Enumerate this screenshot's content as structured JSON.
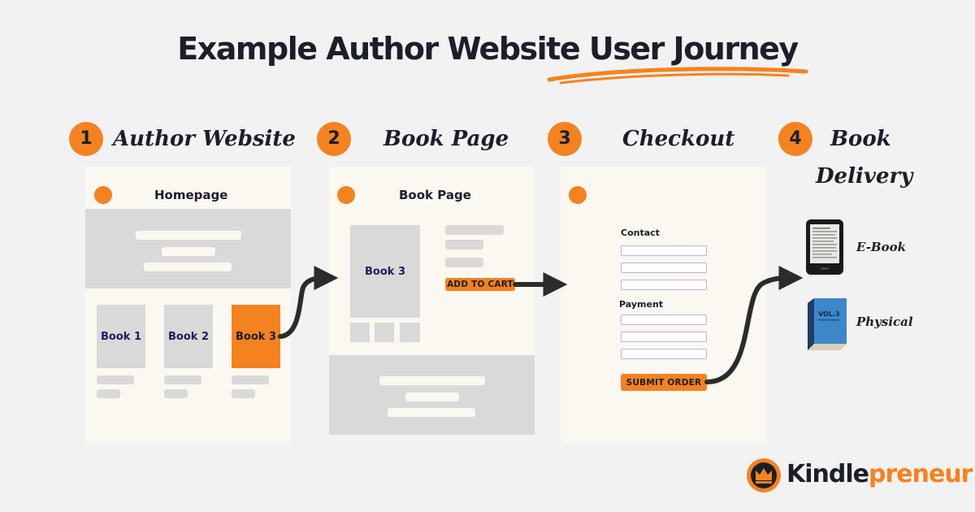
{
  "title": "Example Author Website User Journey",
  "accent_color": "#f58220",
  "dark_color": "#1b1f2a",
  "steps": [
    {
      "number": "1",
      "label": "Author Website"
    },
    {
      "number": "2",
      "label": "Book Page"
    },
    {
      "number": "3",
      "label": "Checkout"
    },
    {
      "number": "4",
      "label_line1": "Book",
      "label_line2": "Delivery"
    }
  ],
  "homepage": {
    "title": "Homepage",
    "books": [
      "Book 1",
      "Book 2",
      "Book 3"
    ],
    "selected_book": "Book 3"
  },
  "book_page": {
    "title": "Book Page",
    "cover": "Book 3",
    "cta": "ADD TO CART"
  },
  "checkout": {
    "contact_label": "Contact",
    "payment_label": "Payment",
    "cta": "SUBMIT ORDER"
  },
  "delivery": {
    "options": [
      {
        "label": "E-Book",
        "icon": "ereader-icon"
      },
      {
        "label": "Physical",
        "icon": "book-icon"
      }
    ],
    "book_spine_text": "VOL.3"
  },
  "brand": {
    "part1": "Kindle",
    "part2": "preneur"
  }
}
